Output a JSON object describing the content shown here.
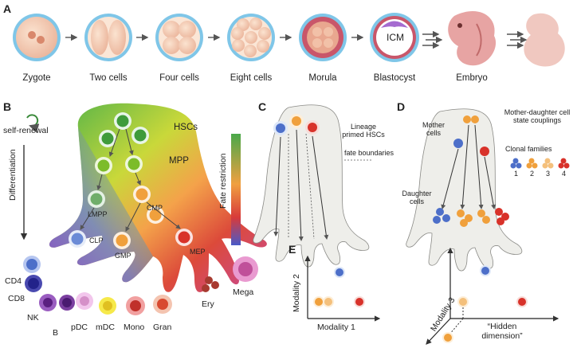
{
  "panel_letters": {
    "a": "A",
    "b": "B",
    "c": "C",
    "d": "D",
    "e": "E"
  },
  "panel_a": {
    "stages": [
      "Zygote",
      "Two cells",
      "Four cells",
      "Eight cells",
      "Morula",
      "Blastocyst",
      "Embryo"
    ],
    "icm_label": "ICM"
  },
  "panel_b": {
    "self_renewal": "self-renewal",
    "differentiation": "Differentiation",
    "fate_restriction": "Fate restriction",
    "hscs": "HSCs",
    "mpp": "MPP",
    "lmpp": "LMPP",
    "cmp": "CMP",
    "clp": "CLP",
    "gmp": "GMP",
    "mep": "MEP",
    "cd4": "CD4",
    "cd8": "CD8",
    "nk": "NK",
    "b": "B",
    "pdc": "pDC",
    "mdc": "mDC",
    "mono": "Mono",
    "gran": "Gran",
    "ery": "Ery",
    "mega": "Mega",
    "gradient_colors": [
      "#3aa04a",
      "#b7d334",
      "#f2a94a",
      "#d93a2f",
      "#9d4fc0",
      "#4a67c9"
    ]
  },
  "panel_c": {
    "lineage_line1": "Lineage",
    "lineage_line2": "primed HSCs",
    "fate_boundaries": "fate boundaries"
  },
  "panel_d": {
    "title_line1": "Mother-daughter cell",
    "title_line2": "state couplings",
    "mother_line1": "Mother",
    "mother_line2": "cells",
    "daughter_line1": "Daughter",
    "daughter_line2": "cells",
    "clonal": "Clonal families",
    "families": [
      "1",
      "2",
      "3",
      "4"
    ]
  },
  "panel_e": {
    "modality1": "Modality 1",
    "modality2": "Modality 2",
    "modality3": "Modality 3",
    "hidden_line1": "“Hidden",
    "hidden_line2": "dimension”"
  },
  "colors": {
    "blue": "#4d6fc9",
    "orange": "#f0a03c",
    "red": "#d8322a",
    "green": "#3f9b3b",
    "purple": "#7b3fa0",
    "embryo_pink": "#e7a4a3",
    "cell_blue_border": "#6fb6dd"
  }
}
